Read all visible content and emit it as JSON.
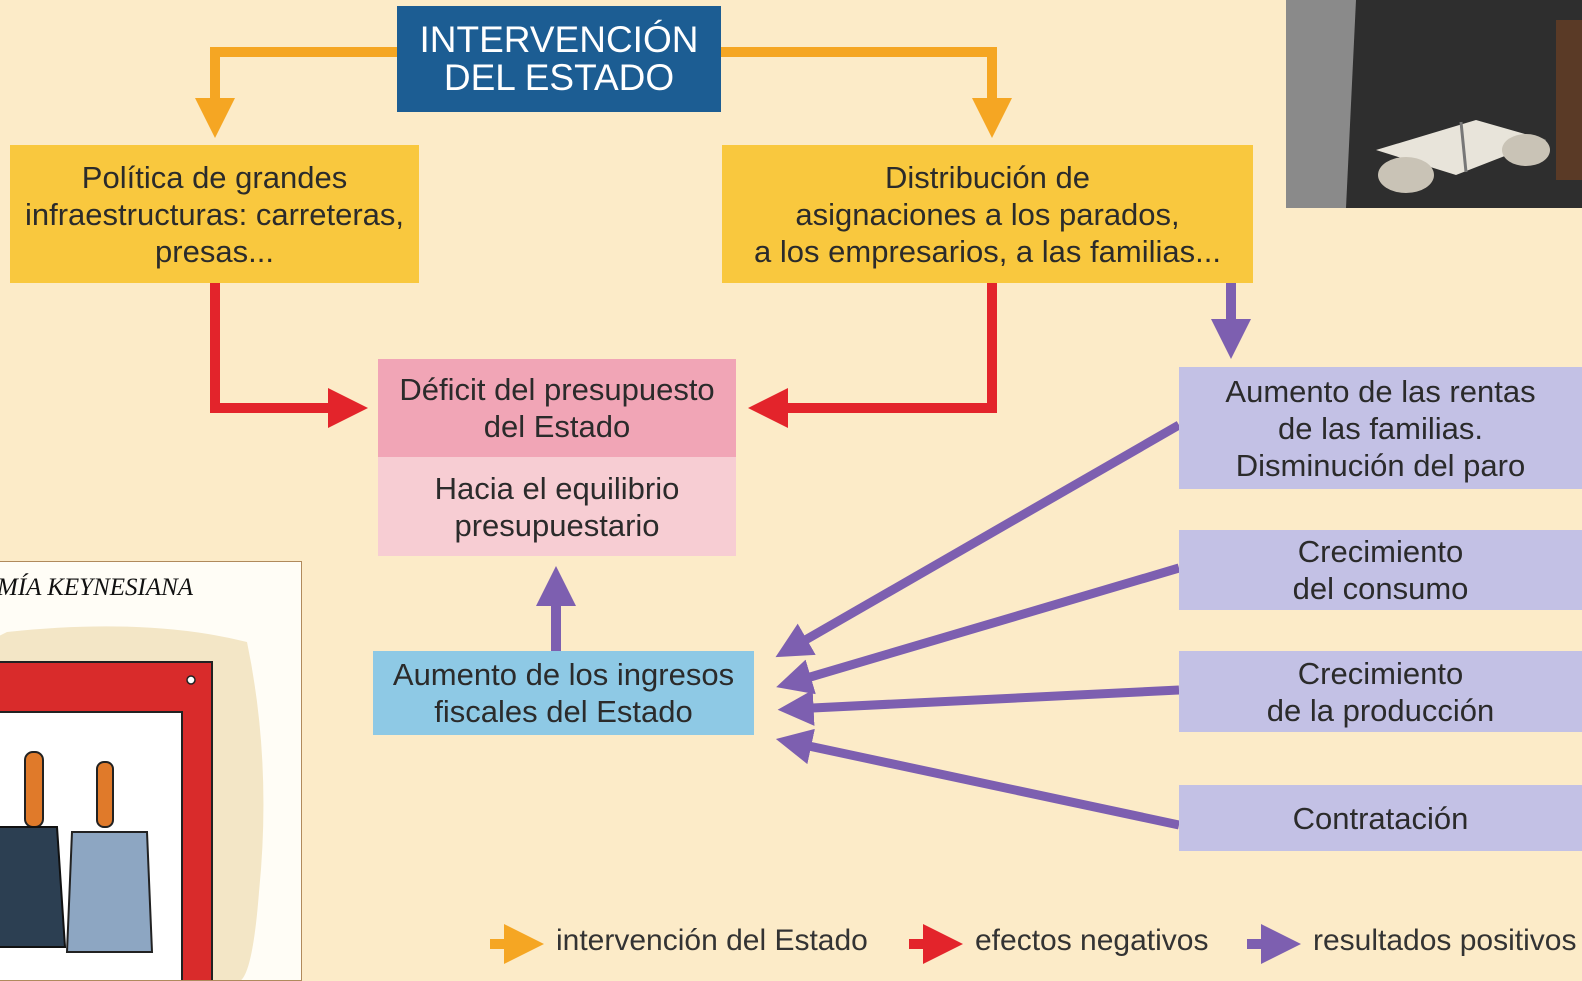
{
  "title": "INTERVENCIÓN\nDEL ESTADO",
  "boxes": {
    "infra": "Política de grandes\ninfraestructuras: carreteras,\npresas...",
    "distribucion": "Distribución de\nasignaciones a los parados,\na los empresarios, a las familias...",
    "deficit": "Déficit del presupuesto\ndel Estado",
    "equilibrio": "Hacia el equilibrio\npresupuestario",
    "ingresos": "Aumento de los ingresos\nfiscales del Estado",
    "rentas": "Aumento de las rentas\nde las familias.\nDisminución del paro",
    "consumo": "Crecimiento\ndel consumo",
    "produccion": "Crecimiento\nde la producción",
    "contratacion": "Contratación"
  },
  "legend": {
    "orange": "intervención del Estado",
    "red": "efectos negativos",
    "purple": "resultados positivos"
  },
  "cartoon_title": "MÍA KEYNESIANA",
  "colors": {
    "background": "#fcebc8",
    "title_box": "#1c5d93",
    "intervention": "#f5a623",
    "negative": "#e3242b",
    "positive": "#7d5fb0",
    "yellow_box": "#f9c83e",
    "lavender_box": "#c3c1e5",
    "blue_box": "#8ec9e5"
  }
}
